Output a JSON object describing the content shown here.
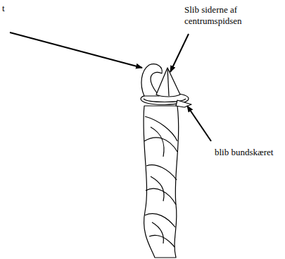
{
  "diagram": {
    "labels": [
      "t",
      "Slib siderne af centrumspidsen",
      "blib bundskæret"
    ]
  }
}
